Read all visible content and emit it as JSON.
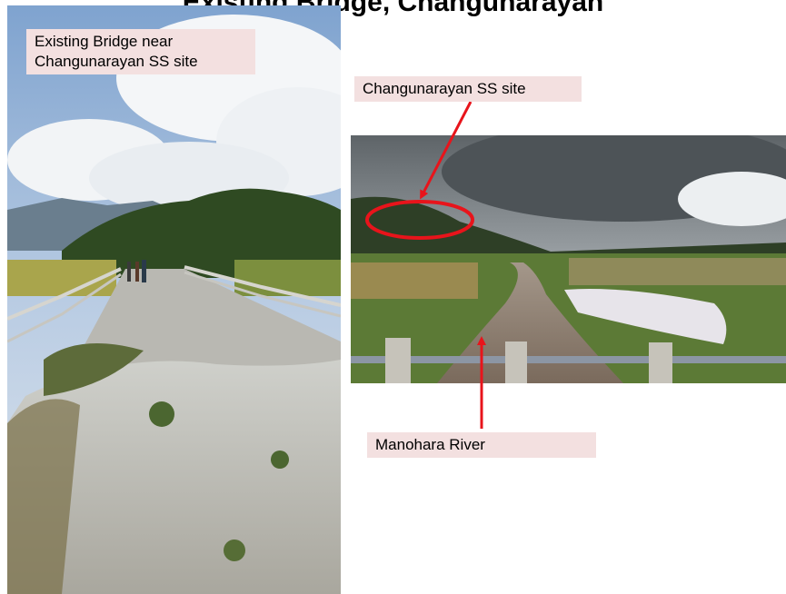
{
  "title": "Existing Bridge, Changunarayan",
  "labels": {
    "bridge": "Existing Bridge near\nChangunarayan SS site",
    "site": "Changunarayan SS site",
    "river": "Manohara River"
  },
  "colors": {
    "label_bg": "#f3e0e0",
    "annotation": "#e8141b"
  }
}
